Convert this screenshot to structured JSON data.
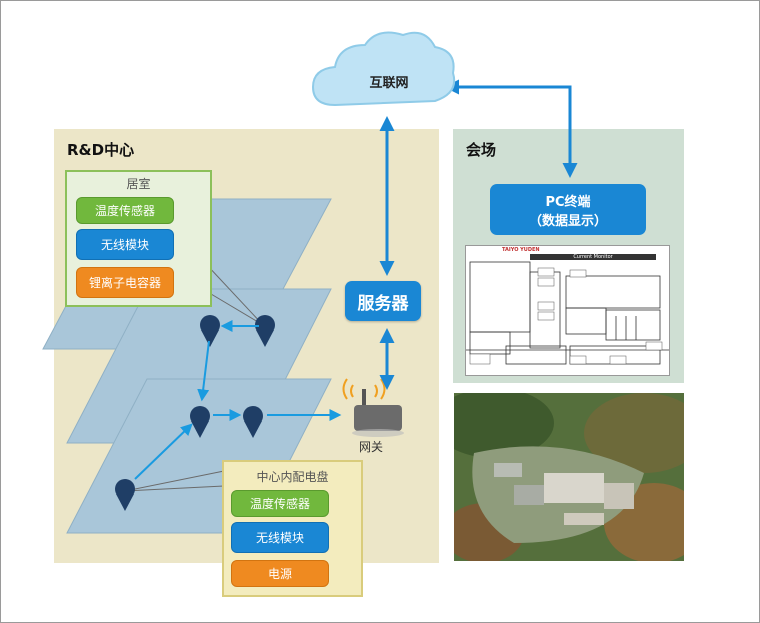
{
  "cloud": {
    "label": "互联网"
  },
  "rd_center": {
    "title": "R&D中心",
    "home_card": {
      "title": "居室",
      "items": [
        "温度传感器",
        "无线模块",
        "锂离子电容器"
      ]
    },
    "dist_card": {
      "title": "中心内配电盘",
      "items": [
        "温度传感器",
        "无线模块",
        "电源"
      ]
    },
    "gateway": {
      "label": "网关"
    }
  },
  "server": {
    "label": "服务器"
  },
  "venue": {
    "title": "会场",
    "pc": {
      "line1": "PC终端",
      "line2": "（数据显示）"
    },
    "monitor": {
      "brand": "TAIYO YUDEN",
      "heading": "Current Monitor"
    }
  },
  "colors": {
    "accent_blue": "#1a87d4",
    "sensor_green": "#71b83d",
    "power_orange": "#ef8a20",
    "rd_panel": "#ece6c8",
    "venue_panel": "#cfdfd3"
  }
}
